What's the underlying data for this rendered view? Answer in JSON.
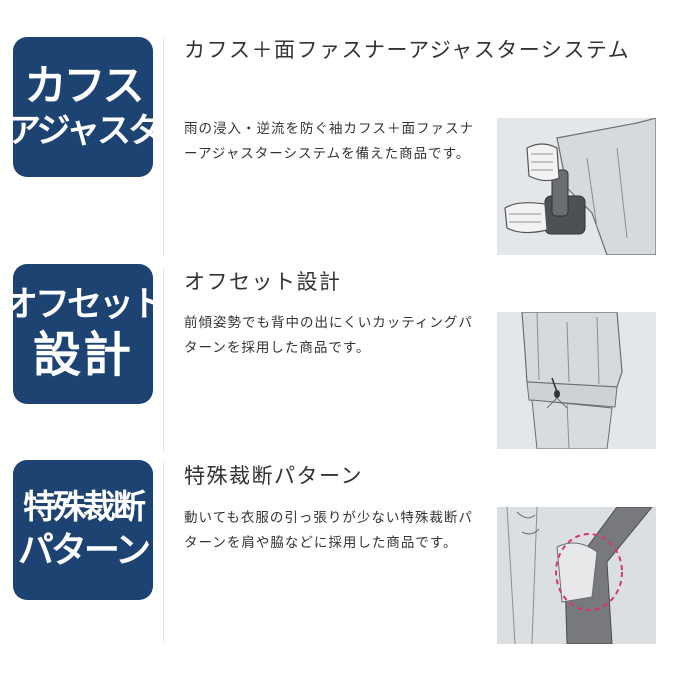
{
  "sections": [
    {
      "badge_lines": [
        "カフス",
        "アジャスタ"
      ],
      "title": "カフス＋面ファスナーアジャスターシステム",
      "description": "雨の浸入・逆流を防ぐ袖カフス＋面ファスナーアジャスターシステムを備えた商品です。",
      "illustration": "cuff-adjuster-illustration"
    },
    {
      "badge_lines": [
        "オフセット",
        "設計"
      ],
      "title": "オフセット設計",
      "description": "前傾姿勢でも背中の出にくいカッティングパターンを採用した商品です。",
      "illustration": "offset-design-illustration"
    },
    {
      "badge_lines": [
        "特殊裁断",
        "パターン"
      ],
      "title": "特殊裁断パターン",
      "description": "動いても衣服の引っ張りが少ない特殊裁断パターンを肩や脇などに採用した商品です。",
      "illustration": "special-cut-pattern-illustration"
    }
  ],
  "colors": {
    "badge_bg": "#1d4373",
    "badge_text": "#ffffff",
    "text": "#333333",
    "illustration_bg": "#e3e7eb",
    "highlight_dashed": "#d6337a"
  }
}
